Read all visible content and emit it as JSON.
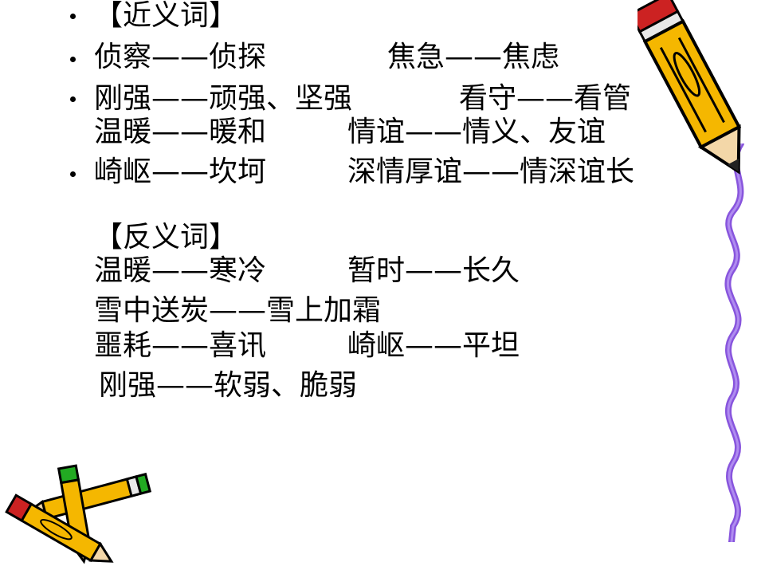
{
  "synonyms": {
    "heading": "【近义词】",
    "row1": {
      "a": "侦察——侦探",
      "b": "焦急——焦虑"
    },
    "row2": {
      "a": "刚强——顽强、坚强",
      "b": "看守——看管"
    },
    "row3": {
      "a": "温暖——暖和",
      "b": "情谊——情义、友谊"
    },
    "row4": {
      "a": "崎岖——坎坷",
      "b": "深情厚谊——情深谊长"
    }
  },
  "antonyms": {
    "heading": "【反义词】",
    "row1": {
      "a": "温暖——寒冷",
      "b": "暂时——长久"
    },
    "row2": {
      "a": "雪中送炭——雪上加霜"
    },
    "row3": {
      "a": "噩耗——喜讯",
      "b": "崎岖——平坦"
    },
    "row4": {
      "a": "刚强——软弱、脆弱"
    }
  },
  "decorations": {
    "top_right": "pencil-icon",
    "bottom_left": "crossed-pencils-icon",
    "right_edge": "wavy-line"
  }
}
